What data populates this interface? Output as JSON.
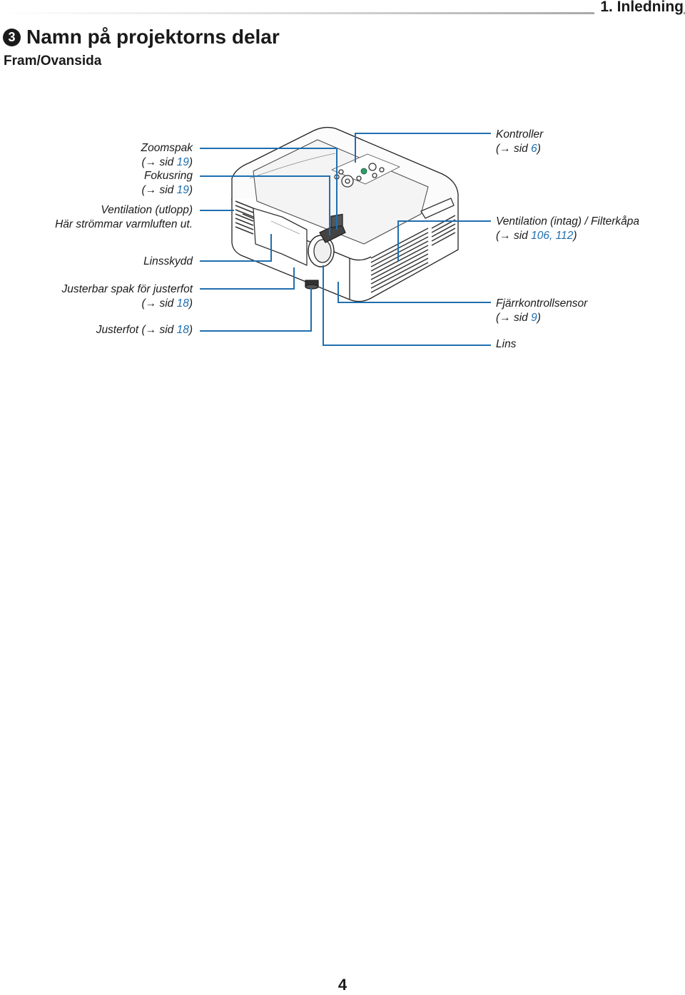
{
  "header": {
    "chapter": "1. Inledning"
  },
  "section": {
    "number": "3",
    "title": "Namn på projektorns delar",
    "subtitle": "Fram/Ovansida"
  },
  "reference": {
    "prefix": "(",
    "arrow": "→",
    "word": "sid",
    "suffix": ")"
  },
  "labels_left": {
    "zoom": {
      "name": "Zoomspak",
      "page": "19"
    },
    "focus": {
      "name": "Fokusring",
      "page": "19"
    },
    "vent_out_line1": "Ventilation (utlopp)",
    "vent_out_line2": "Här strömmar varmluften ut.",
    "lens_cover": "Linsskydd",
    "adjust_lever_line1": "Justerbar spak för justerfot",
    "adjust_lever_page": "18",
    "adjust_foot_name": "Justerfot",
    "adjust_foot_page": "18"
  },
  "labels_right": {
    "controls": {
      "name": "Kontroller",
      "page": "6"
    },
    "vent_in": {
      "name": "Ventilation (intag) / Filterkåpa",
      "pages": "106, 112"
    },
    "remote_sensor": {
      "name": "Fjärrkontrollsensor",
      "page": "9"
    },
    "lens": "Lins"
  },
  "colors": {
    "callout_line": "#1f6fb0",
    "page_link": "#1f6fb0",
    "text": "#1a1a1a"
  },
  "footer": {
    "page_number": "4"
  }
}
